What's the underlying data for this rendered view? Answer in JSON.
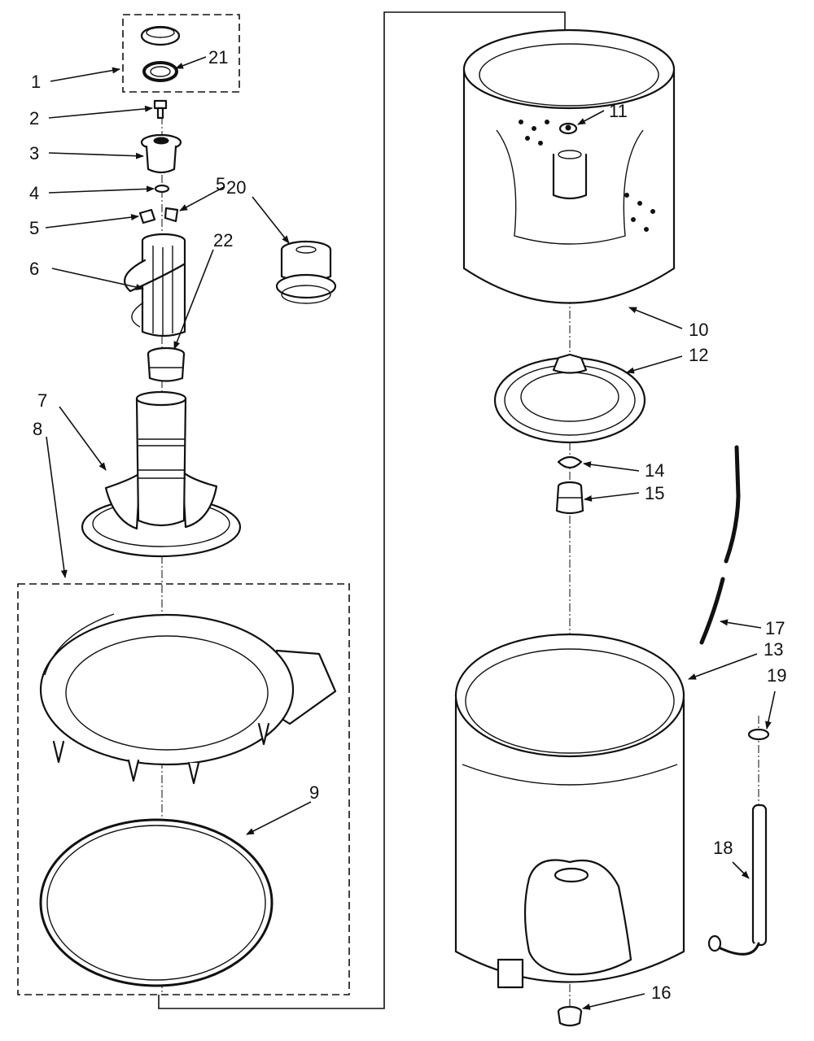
{
  "diagram": {
    "colors": {
      "ink": "#111111",
      "paper": "#ffffff"
    },
    "callouts": [
      {
        "id": "c1",
        "text": "1"
      },
      {
        "id": "c2",
        "text": "2"
      },
      {
        "id": "c3",
        "text": "3"
      },
      {
        "id": "c4",
        "text": "4"
      },
      {
        "id": "c5a",
        "text": "5"
      },
      {
        "id": "c5b",
        "text": "5"
      },
      {
        "id": "c6",
        "text": "6"
      },
      {
        "id": "c7",
        "text": "7"
      },
      {
        "id": "c8",
        "text": "8"
      },
      {
        "id": "c9",
        "text": "9"
      },
      {
        "id": "c10",
        "text": "10"
      },
      {
        "id": "c11",
        "text": "11"
      },
      {
        "id": "c12",
        "text": "12"
      },
      {
        "id": "c13",
        "text": "13"
      },
      {
        "id": "c14",
        "text": "14"
      },
      {
        "id": "c15",
        "text": "15"
      },
      {
        "id": "c16",
        "text": "16"
      },
      {
        "id": "c17",
        "text": "17"
      },
      {
        "id": "c18",
        "text": "18"
      },
      {
        "id": "c19",
        "text": "19"
      },
      {
        "id": "c20",
        "text": "20"
      },
      {
        "id": "c21",
        "text": "21"
      },
      {
        "id": "c22",
        "text": "22"
      }
    ]
  }
}
